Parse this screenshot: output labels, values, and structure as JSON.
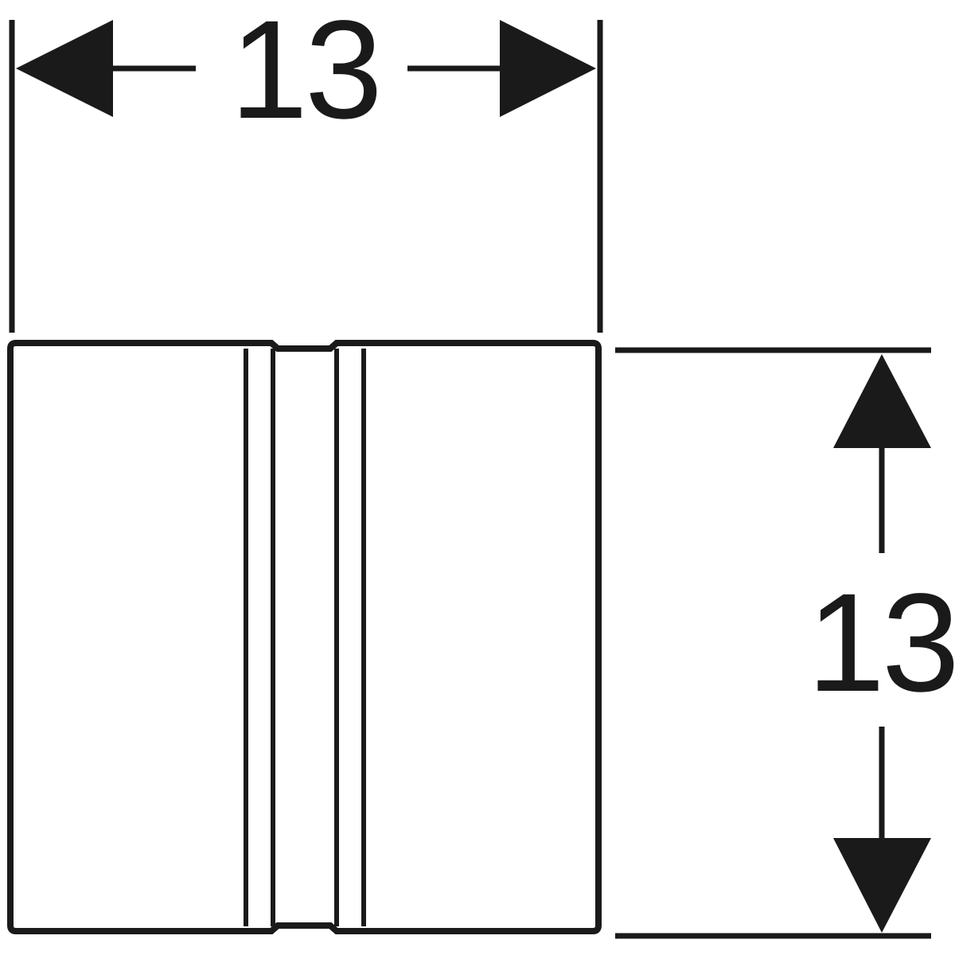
{
  "drawing": {
    "type": "dimension drawing",
    "subject": "square cover plate with vertical center strip",
    "line_color": "#1a1a1a",
    "background_color": "#ffffff"
  },
  "dimensions": {
    "width": {
      "label": "13",
      "orientation": "horizontal"
    },
    "height": {
      "label": "13",
      "orientation": "vertical"
    }
  }
}
